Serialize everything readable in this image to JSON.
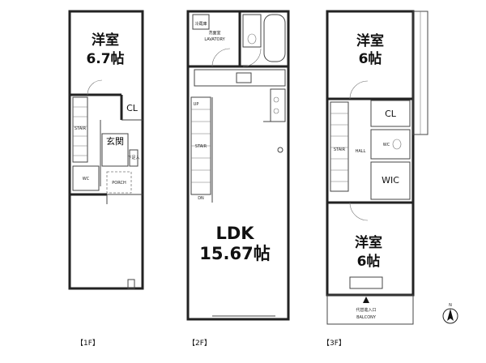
{
  "floors": [
    {
      "label": "【1F】"
    },
    {
      "label": "【2F】"
    },
    {
      "label": "【3F】"
    }
  ],
  "rooms": {
    "f1_western_name": "洋室",
    "f1_western_size": "6.7帖",
    "f1_closet": "CL",
    "f1_entrance": "玄関",
    "f1_stair": "STAIR",
    "f1_wc": "WC",
    "f1_porch": "PORCH",
    "f1_storage": "下足入",
    "f2_lavatory_jp": "洗面室",
    "f2_lavatory": "LAVATORY",
    "f2_ldk_name": "LDK",
    "f2_ldk_size": "15.67帖",
    "f2_stair": "STAIR",
    "f2_up": "UP",
    "f2_dn": "DN",
    "f2_fridge": "冷蔵庫",
    "f3_western1_name": "洋室",
    "f3_western1_size": "6帖",
    "f3_closet": "CL",
    "f3_hall": "HALL",
    "f3_stair": "STAIR",
    "f3_wc": "WC",
    "f3_wic": "WIC",
    "f3_western2_name": "洋室",
    "f3_western2_size": "6帖",
    "f3_emergency": "代替進入口",
    "f3_balcony": "BALCONY"
  },
  "compass": {
    "north": "N"
  }
}
